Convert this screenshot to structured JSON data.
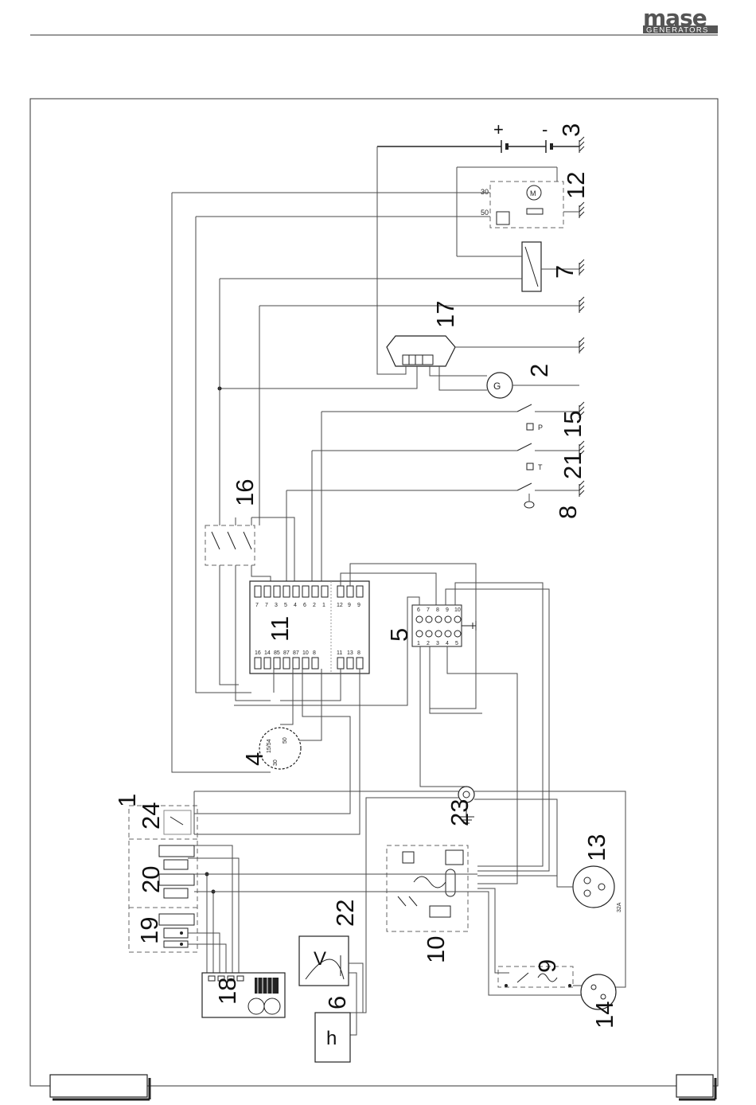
{
  "header": {
    "logo_word": "mase",
    "logo_sub": "GENERATORS"
  },
  "diagram": {
    "component_labels": [
      "1",
      "2",
      "3",
      "4",
      "5",
      "6",
      "7",
      "8",
      "9",
      "10",
      "11",
      "12",
      "13",
      "14",
      "15",
      "16",
      "17",
      "18",
      "19",
      "20",
      "21",
      "22",
      "23",
      "24"
    ],
    "battery_plus": "+",
    "battery_minus": "-",
    "starter": {
      "pin_30": "30",
      "pin_50": "50",
      "motor": "M"
    },
    "alternator": "G",
    "pressure_switch": "P",
    "temp_switch": "T",
    "key_switch": {
      "pin_1554": "15/54",
      "pin_50": "50",
      "pin_30": "30"
    },
    "relay_top_pins": [
      "7",
      "7",
      "3",
      "5",
      "4",
      "6",
      "2",
      "1"
    ],
    "relay_top_right_pins": [
      "12",
      "9",
      "9"
    ],
    "relay_bottom_pins": [
      "16",
      "14",
      "85",
      "87",
      "87",
      "10",
      "8"
    ],
    "relay_bottom_right_pins": [
      "11",
      "13",
      "8"
    ],
    "terminal_top": [
      "6",
      "7",
      "8",
      "9",
      "10"
    ],
    "terminal_bottom": [
      "1",
      "2",
      "3",
      "4",
      "5"
    ],
    "voltmeter": "V",
    "hourmeter": "h",
    "socket_rating": "32A"
  },
  "footer": {
    "left_box": "",
    "right_box": ""
  }
}
